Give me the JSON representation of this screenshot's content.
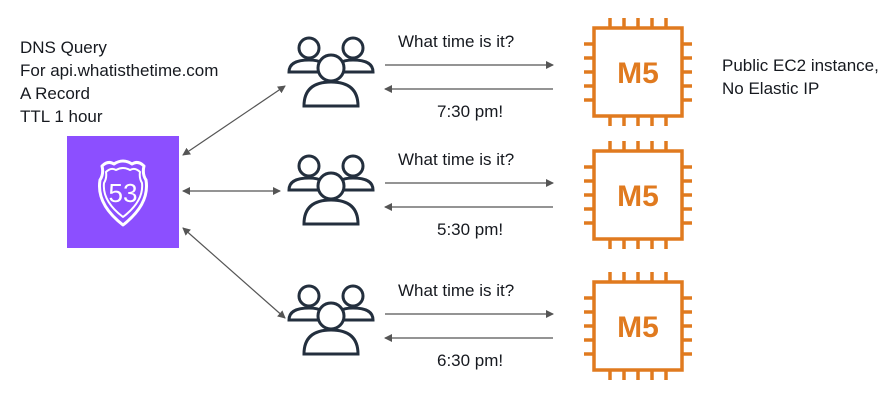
{
  "dns_query": {
    "title": "DNS Query",
    "domain": "For api.whatisthetime.com",
    "record": "A Record",
    "ttl": "TTL 1 hour"
  },
  "route53": {
    "label": "53",
    "icon": "route53-shield-icon",
    "color": "#8c4fff"
  },
  "instance_note": {
    "line1": "Public EC2 instance,",
    "line2": "No Elastic IP"
  },
  "rows": [
    {
      "question": "What time is it?",
      "answer": "7:30 pm!",
      "instance_label": "M5"
    },
    {
      "question": "What time is it?",
      "answer": "5:30 pm!",
      "instance_label": "M5"
    },
    {
      "question": "What time is it?",
      "answer": "6:30 pm!",
      "instance_label": "M5"
    }
  ],
  "colors": {
    "instance": "#e07a1f",
    "users": "#232f3e",
    "arrows": "#555555"
  }
}
